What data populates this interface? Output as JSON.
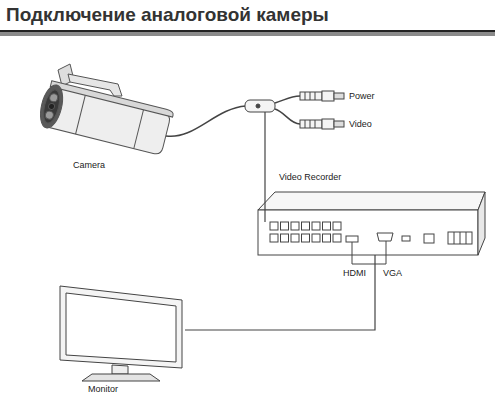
{
  "diagram": {
    "title": "Подключение аналоговой камеры",
    "nodes": [
      {
        "text": [
          "Camera"
        ]
      },
      {
        "text": [
          "Video Recorder"
        ]
      },
      {
        "text": [
          "Monitor"
        ]
      }
    ],
    "edges": [
      {
        "from": 0,
        "to": 1,
        "arrow": "none"
      },
      {
        "from": 1,
        "to": 2,
        "arrow": "none"
      }
    ],
    "labels": [
      "Power",
      "Video",
      "HDMI",
      "VGA"
    ]
  }
}
